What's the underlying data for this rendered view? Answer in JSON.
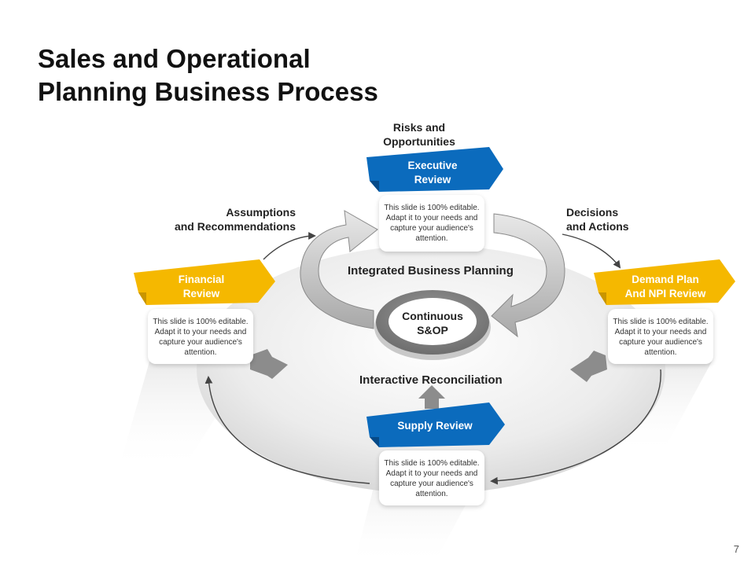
{
  "title": {
    "line1": "Sales and Operational",
    "line2": "Planning Business Process"
  },
  "labels": {
    "risks": {
      "line1": "Risks and",
      "line2": "Opportunities"
    },
    "assumptions": {
      "line1": "Assumptions",
      "line2": "and Recommendations"
    },
    "decisions": {
      "line1": "Decisions",
      "line2": "and Actions"
    },
    "integrated": "Integrated Business Planning",
    "interactive": "Interactive Reconciliation"
  },
  "core": {
    "line1": "Continuous",
    "line2": "S&OP"
  },
  "stages": {
    "executive": {
      "line1": "Executive",
      "line2": "Review",
      "color": "#0b6bbd"
    },
    "financial": {
      "line1": "Financial",
      "line2": "Review",
      "color": "#f5b800"
    },
    "demand": {
      "line1": "Demand Plan",
      "line2": "And  NPI Review",
      "color": "#f5b800"
    },
    "supply": {
      "line1": "Supply Review",
      "color": "#0b6bbd"
    }
  },
  "card_text": "This slide is 100% editable.  Adapt it to your needs and capture your audience's attention.",
  "page_number": "7"
}
